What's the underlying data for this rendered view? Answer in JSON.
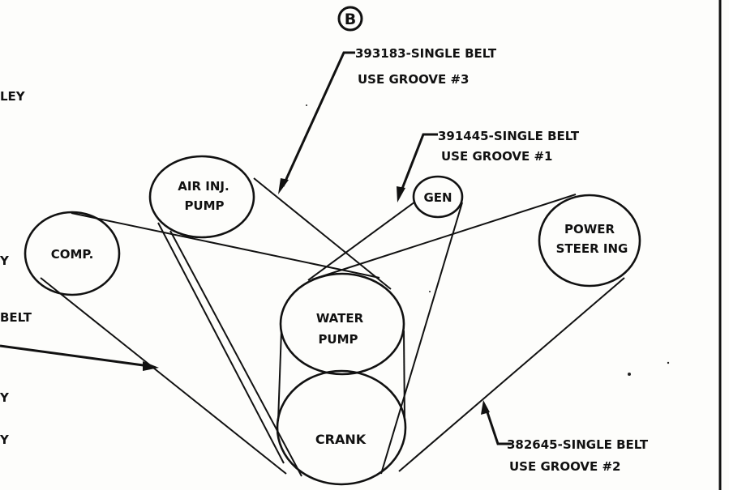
{
  "diagram": {
    "marker": "B",
    "pulleys": {
      "air_inj_pump": [
        "AIR INJ.",
        "PUMP"
      ],
      "gen": "GEN",
      "comp": "COMP.",
      "power_steering": [
        "POWER",
        "STEER ING"
      ],
      "water_pump": [
        "WATER",
        "PUMP"
      ],
      "crank": "CRANK"
    },
    "callouts": {
      "belt_393183": [
        "393183-SINGLE BELT",
        "USE GROOVE #3"
      ],
      "belt_391445": [
        "391445-SINGLE BELT",
        "USE GROOVE #1"
      ],
      "belt_382645": [
        "382645-SINGLE BELT",
        "USE GROOVE #2"
      ]
    },
    "left_edge_fragments": [
      "LEY",
      "Y",
      "BELT",
      "Y",
      "Y"
    ]
  }
}
